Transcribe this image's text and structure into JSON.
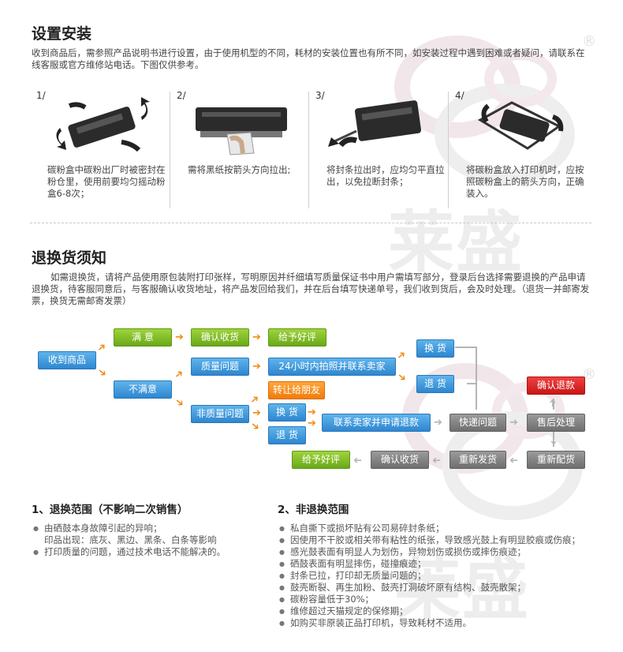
{
  "watermark": {
    "brand_text": "莱盛",
    "registered": "®"
  },
  "install": {
    "title": "设置安装",
    "intro": "收到商品后，需参照产品说明书进行设置，由于使用机型的不同，耗材的安装位置也有所不同，如安装过程中遇到困难或者疑问，请联系在线客服或官方维修站电话。下图仅供参考。",
    "steps": [
      {
        "num": "1/",
        "caption": "碳粉盒中碳粉出厂时被密封在粉仓里，使用前要均匀摇动粉盒6-8次；"
      },
      {
        "num": "2/",
        "caption": "需将黑纸按箭头方向拉出;"
      },
      {
        "num": "3/",
        "caption": "将封条拉出时，应均匀平直拉出，以免拉断封条；"
      },
      {
        "num": "4/",
        "caption": "将碳粉盒放入打印机时，应按照碳粉盒上的箭头方向，正确装入。"
      }
    ]
  },
  "returns": {
    "title": "退换货须知",
    "intro": "如需退换货，请将产品使用原包装附打印张样，写明原因并纤细填写质量保证书中用户需填写部分，登录后台选择需要退换的产品申请退换货，待客服同意后，与客服确认收货地址，将产品发回给我们，并在后台填写快递单号，我们收到货后，会及时处理。（退货一并邮寄发票，换货无需邮寄发票）"
  },
  "flow": {
    "received": "收到商品",
    "satisfied": "满 意",
    "confirm_receipt": "确认收货",
    "give_praise": "给予好评",
    "unsatisfied": "不满意",
    "quality_issue": "质量问题",
    "photo_contact": "24小时内拍照并联系卖家",
    "exchange": "换 货",
    "return": "退 货",
    "transfer_friend": "转让给朋友",
    "non_quality_issue": "非质量问题",
    "exchange2": "换 货",
    "return2": "退 货",
    "contact_refund": "联系卖家并申请退款",
    "express_issue": "快递问题",
    "after_sales": "售后处理",
    "confirm_refund": "确认退款",
    "restock": "重新配货",
    "reship": "重新发货",
    "confirm_receipt2": "确认收货",
    "give_praise2": "给予好评"
  },
  "scope": {
    "left": {
      "title": "1、退换范围（不影响二次销售）",
      "items": [
        {
          "text": "由硒鼓本身故障引起的异响；",
          "bullet": true
        },
        {
          "text": "印品出现：底灰、黑边、黑条、白条等影响",
          "bullet": false
        },
        {
          "text": "打印质量的问题，通过技术电话不能解决的。",
          "bullet": true
        }
      ]
    },
    "right": {
      "title": "2、非退换范围",
      "items": [
        "私自撕下或损坏贴有公司易碎封条纸；",
        "因使用不干胶或相关带有粘性的纸张，导致感光鼓上有明显胶痕或伤痕；",
        "感光鼓表面有明显人为划伤，异物划伤或损伤或摔伤痕迹；",
        "硒鼓表面有明显摔伤，碰撞痕迹；",
        "封条已拉，打印却无质量问题的；",
        "鼓壳断裂、再生加粉、鼓壳打洞破坏原有结构、鼓壳散架；",
        "碳粉容量低于30%；",
        "维修超过天猫规定的保修期；",
        "如购买非原装正品打印机，导致耗材不适用。"
      ]
    }
  }
}
